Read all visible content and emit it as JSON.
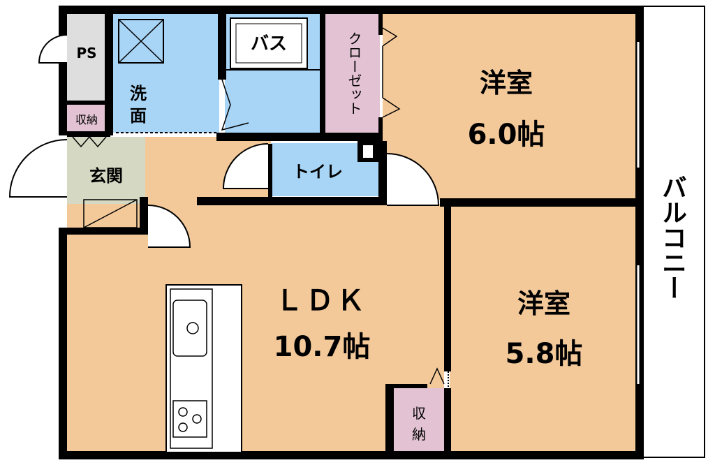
{
  "colors": {
    "floor_wood": "#f3c99a",
    "floor_wet": "#a8d4f6",
    "storage": "#e3c3d3",
    "entrance": "#d5d8c2",
    "ps": "#dedede",
    "wall": "#000000",
    "balcony": "#ffffff"
  },
  "rooms": {
    "ps": "PS",
    "storage_small": "収納",
    "washroom_line1": "洗",
    "washroom_line2": "面",
    "bath": "バス",
    "closet": "クローゼット",
    "western1_name": "洋室",
    "western1_size": "6.0帖",
    "entrance": "玄関",
    "toilet": "トイレ",
    "ldk_name": "ＬＤＫ",
    "ldk_size": "10.7帖",
    "western2_name": "洋室",
    "western2_size": "5.8帖",
    "storage_line1": "収",
    "storage_line2": "納",
    "balcony": "バルコニー"
  },
  "icons": {
    "washer": "washing-machine-pan-icon",
    "sink": "sink-icon",
    "stove": "stove-icon"
  }
}
